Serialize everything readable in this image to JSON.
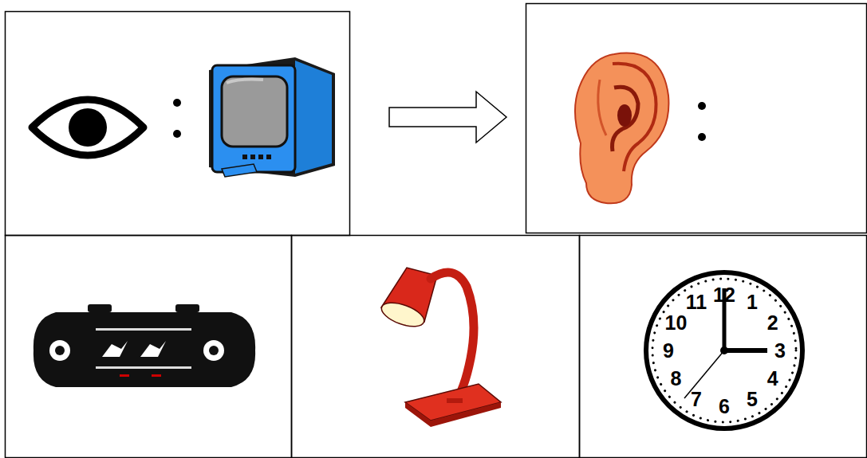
{
  "diagram": {
    "labels": [
      "12",
      "1",
      "2",
      "3",
      "4",
      "5",
      "6",
      "7",
      "8",
      "9",
      "10",
      "11"
    ]
  }
}
